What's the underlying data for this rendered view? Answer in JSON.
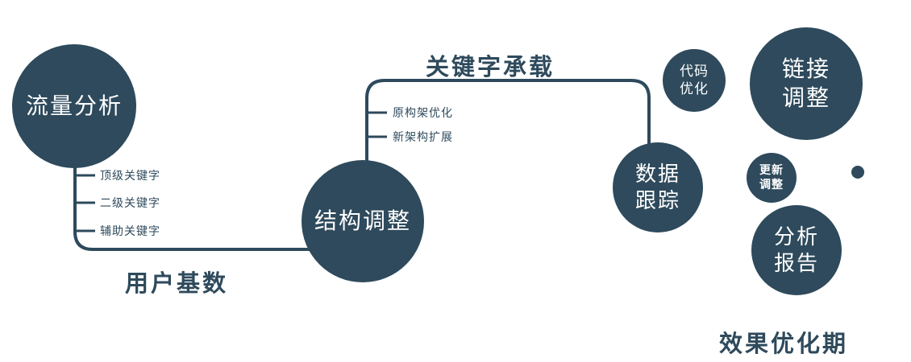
{
  "colors": {
    "primary": "#2e4a5c",
    "text_on_dark": "#ffffff"
  },
  "nodes": {
    "traffic_analysis": {
      "label": "流量分析"
    },
    "structure_adjust": {
      "label": "结构调整"
    },
    "data_tracking": {
      "line1": "数据",
      "line2": "跟踪"
    },
    "code_optimization": {
      "line1": "代码",
      "line2": "优化"
    },
    "link_adjustment": {
      "line1": "链接",
      "line2": "调整"
    },
    "update_adjustment": {
      "line1": "更新",
      "line2": "调整"
    },
    "analysis_report": {
      "line1": "分析",
      "line2": "报告"
    }
  },
  "edge_labels": {
    "user_base": "用户基数",
    "keyword_carrying": "关键字承载",
    "effect_optimization_period": "效果优化期"
  },
  "branches": {
    "keyword_levels": [
      "顶级关键字",
      "二级关键字",
      "辅助关键字"
    ],
    "architecture": [
      "原构架优化",
      "新架构扩展"
    ]
  }
}
